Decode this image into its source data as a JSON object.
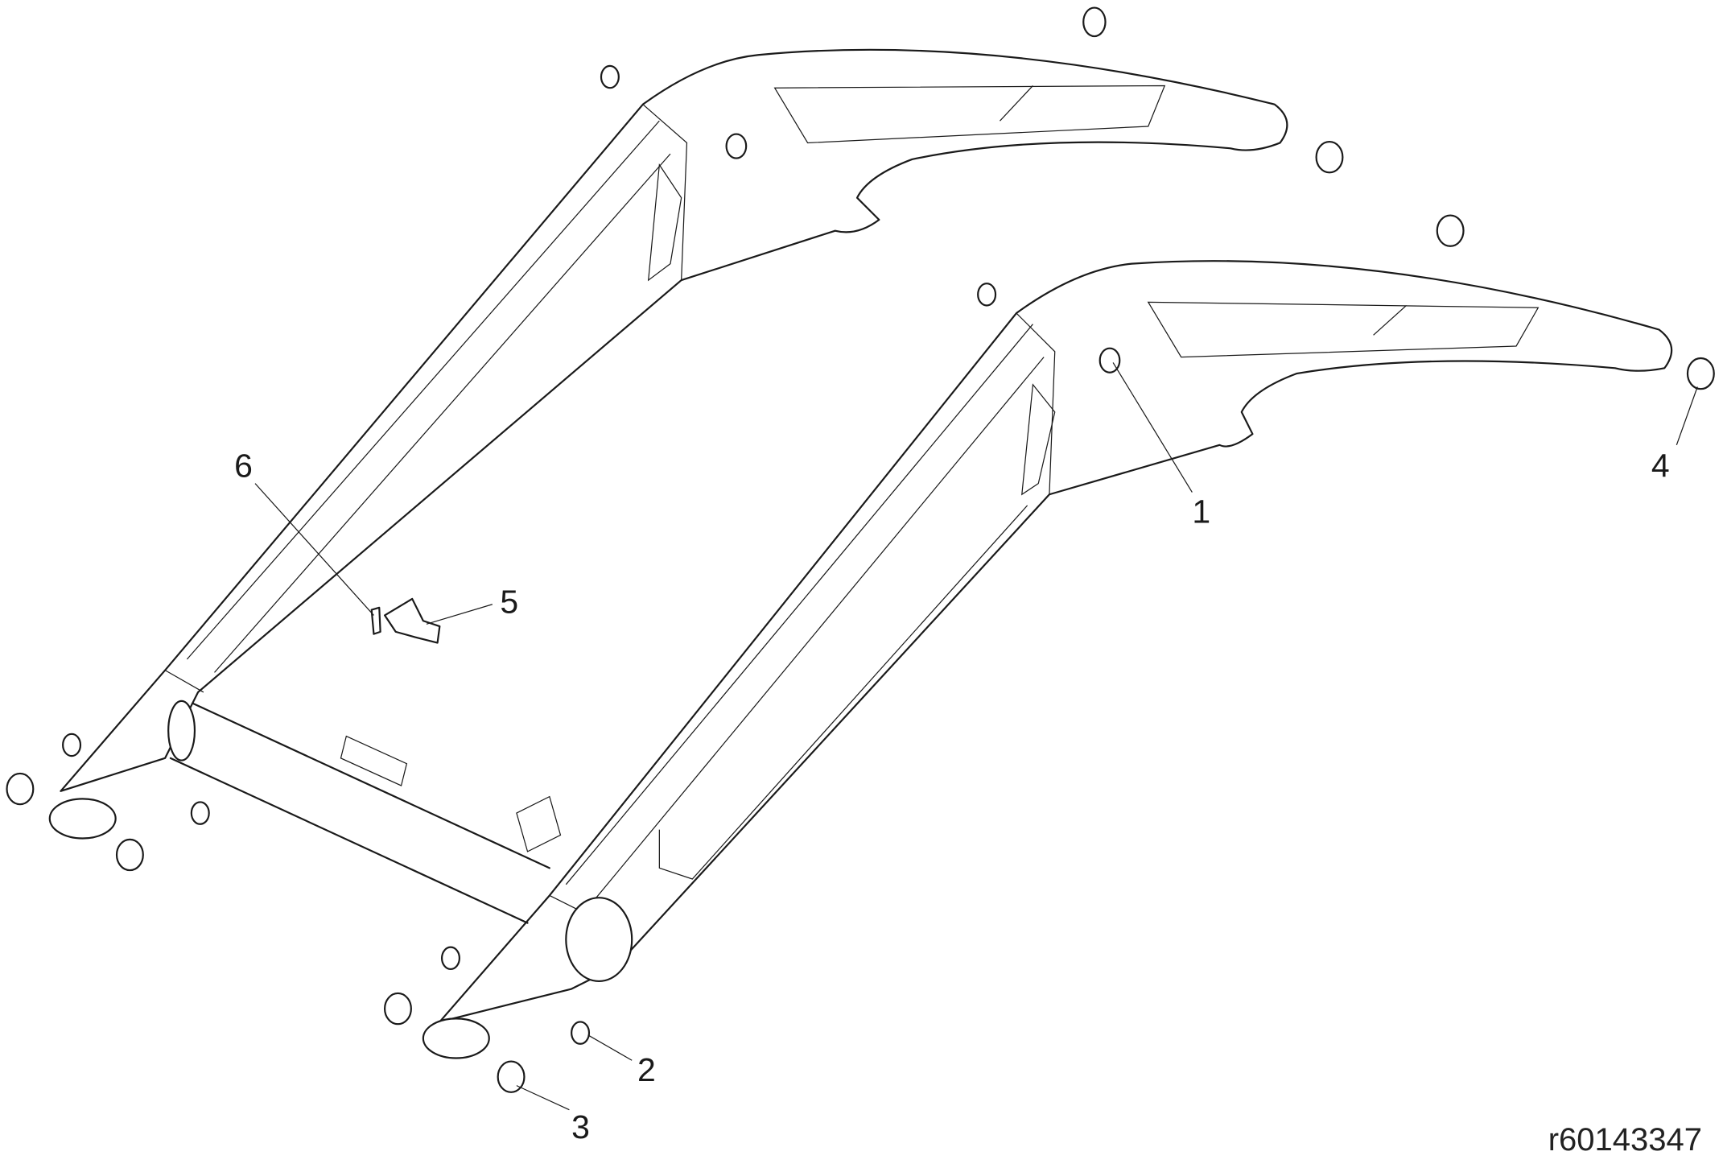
{
  "diagram": {
    "callouts": [
      {
        "number": "1",
        "target": "bushing-right-arm-upper"
      },
      {
        "number": "2",
        "target": "bushing-right-arm-pivot"
      },
      {
        "number": "3",
        "target": "bushing-right-arm-bottom"
      },
      {
        "number": "4",
        "target": "bushing-right-arm-end"
      },
      {
        "number": "5",
        "target": "bracket"
      },
      {
        "number": "6",
        "target": "bolt"
      }
    ],
    "reference_code": "r60143347"
  }
}
